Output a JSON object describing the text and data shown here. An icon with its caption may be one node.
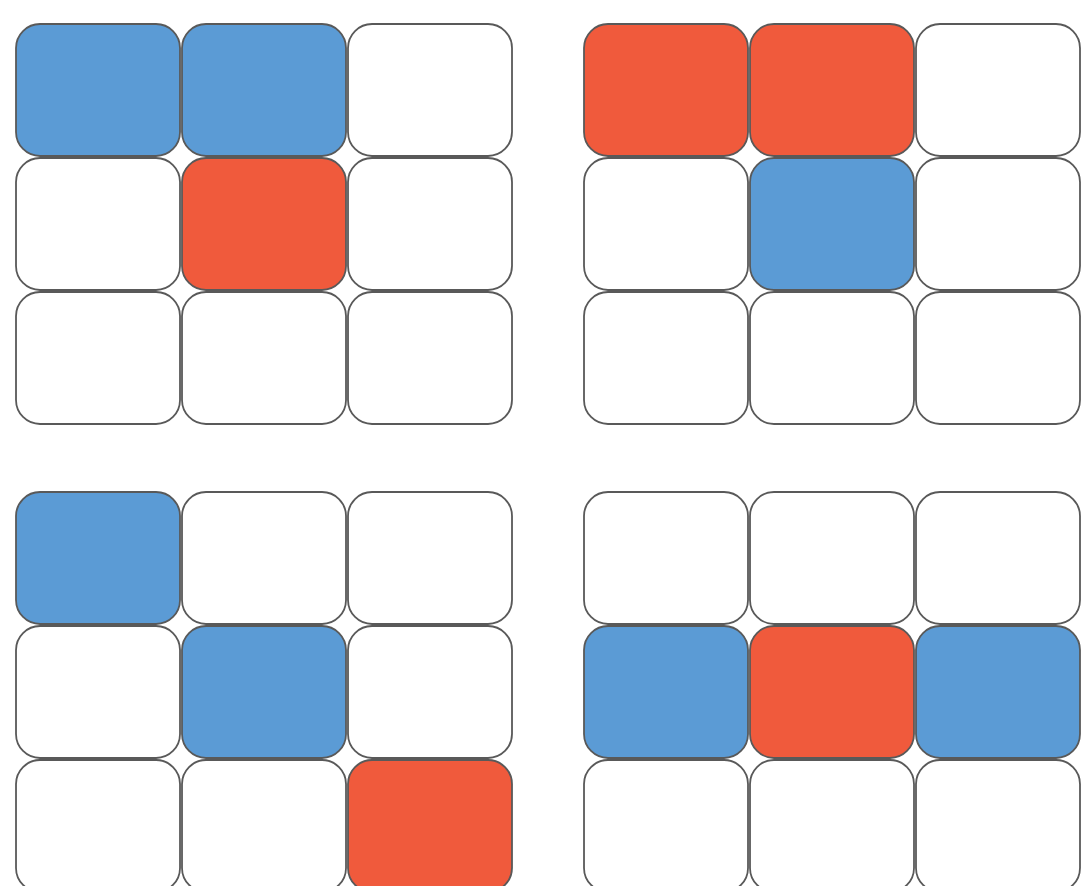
{
  "diagram": {
    "nodes": [
      {
        "text": [],
        "shape": "box"
      },
      {
        "text": [],
        "shape": "box"
      },
      {
        "text": [],
        "shape": "box"
      },
      {
        "text": [],
        "shape": "box"
      },
      {
        "text": [],
        "shape": "box"
      },
      {
        "text": [],
        "shape": "box"
      },
      {
        "text": [],
        "shape": "box"
      },
      {
        "text": [],
        "shape": "box"
      },
      {
        "text": [],
        "shape": "box"
      },
      {
        "text": [],
        "shape": "box"
      },
      {
        "text": [],
        "shape": "box"
      },
      {
        "text": [],
        "shape": "box"
      },
      {
        "text": [],
        "shape": "box"
      },
      {
        "text": [],
        "shape": "box"
      },
      {
        "text": [],
        "shape": "box"
      },
      {
        "text": [],
        "shape": "box"
      },
      {
        "text": [],
        "shape": "box"
      },
      {
        "text": [],
        "shape": "box"
      },
      {
        "text": [],
        "shape": "box"
      },
      {
        "text": [],
        "shape": "box"
      },
      {
        "text": [],
        "shape": "box"
      },
      {
        "text": [],
        "shape": "box"
      },
      {
        "text": [],
        "shape": "box"
      },
      {
        "text": [],
        "shape": "box"
      },
      {
        "text": [],
        "shape": "box"
      },
      {
        "text": [],
        "shape": "box"
      },
      {
        "text": [],
        "shape": "box"
      },
      {
        "text": [],
        "shape": "box"
      },
      {
        "text": [],
        "shape": "box"
      },
      {
        "text": [],
        "shape": "box"
      },
      {
        "text": [],
        "shape": "box"
      },
      {
        "text": [],
        "shape": "box"
      },
      {
        "text": [],
        "shape": "box"
      },
      {
        "text": [],
        "shape": "box"
      },
      {
        "text": [],
        "shape": "box"
      },
      {
        "text": [],
        "shape": "box"
      }
    ]
  }
}
